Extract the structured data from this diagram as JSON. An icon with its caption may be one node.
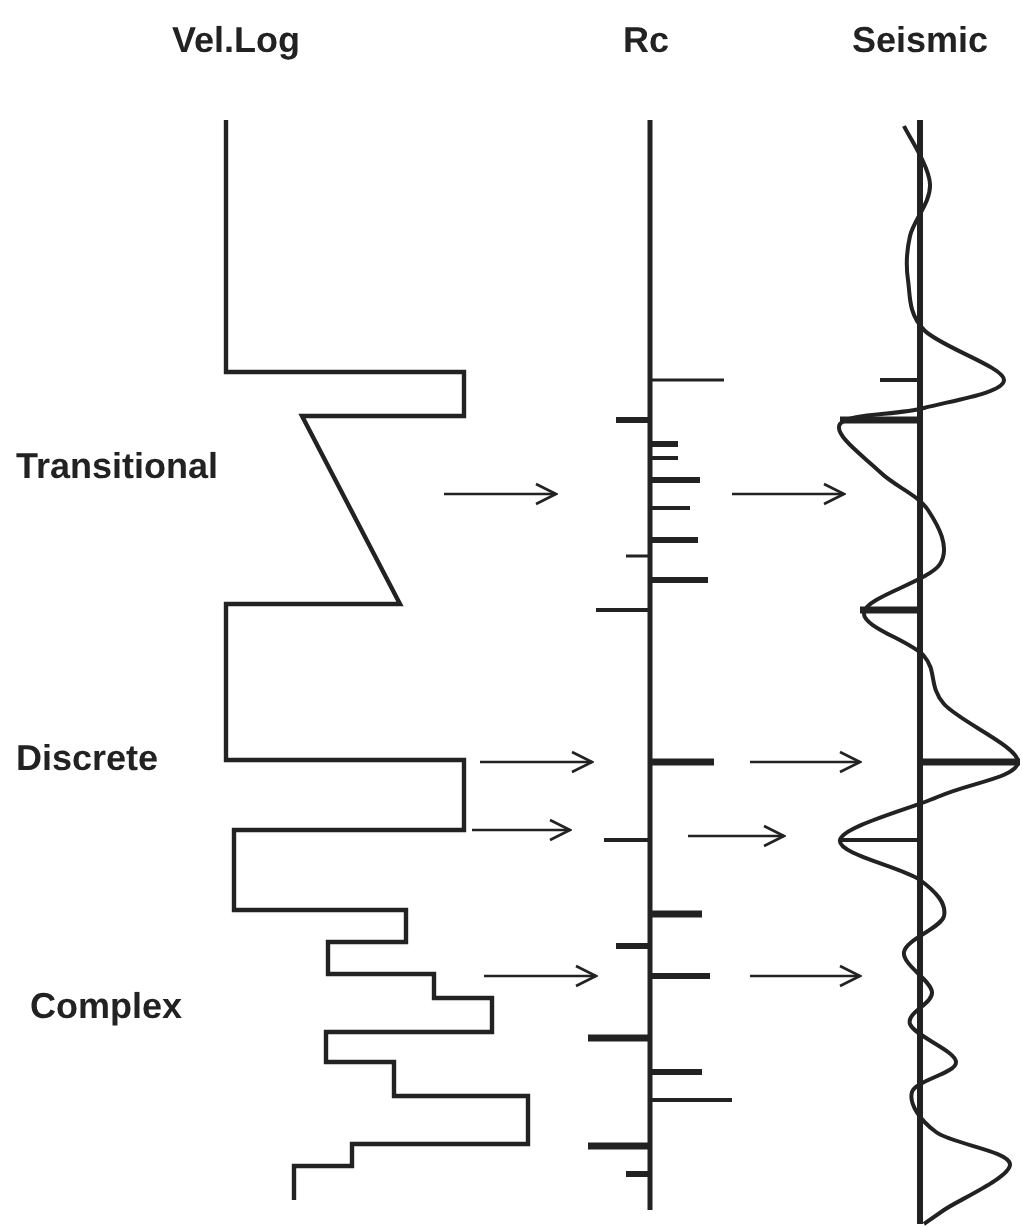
{
  "diagram": {
    "labels": [
      "Vel.Log",
      "Rc",
      "Seismic",
      "Transitional",
      "Discrete",
      "Complex"
    ]
  }
}
